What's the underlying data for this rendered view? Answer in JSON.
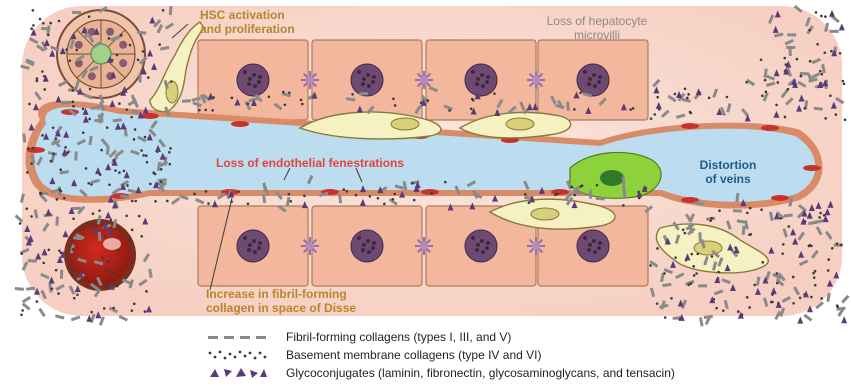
{
  "labels": {
    "hsc_activation": "HSC activation\nand proliferation",
    "loss_microvilli": "Loss of hepatocyte\nmicrovilli",
    "loss_fenestrations": "Loss of endothelial fenestrations",
    "distortion_veins": "Distortion\nof veins",
    "fibril_increase": "Increase in fibril-forming\ncollagen in space of Disse"
  },
  "legend": [
    {
      "symbol": "fibril-collagen-dash",
      "text": "Fibril-forming collagens (types I, III, and V)"
    },
    {
      "symbol": "basement-membrane-dots",
      "text": "Basement membrane collagens (type IV and VI)"
    },
    {
      "symbol": "glycoconjugate-triangles",
      "text": "Glycoconjugates (laminin, fibronectin, glycosaminoglycans, and tensacin)"
    }
  ],
  "colors": {
    "background_tissue": "#f9ddd3",
    "hepatocyte": "#f2b79c",
    "nucleus": "#6e4a73",
    "vessel_lumen": "#bcdcef",
    "endothelium": "#e8a27e",
    "stellate_cell": "#f6f1c2",
    "kupffer_cell": "#8dd23a",
    "label_orange": "#b8862c",
    "label_red": "#e0463a",
    "label_blue": "#1e5c8f",
    "label_gray": "#8a8a8a",
    "collagen": "#8a8a8a",
    "glycoconjugate": "#5a3a78"
  }
}
